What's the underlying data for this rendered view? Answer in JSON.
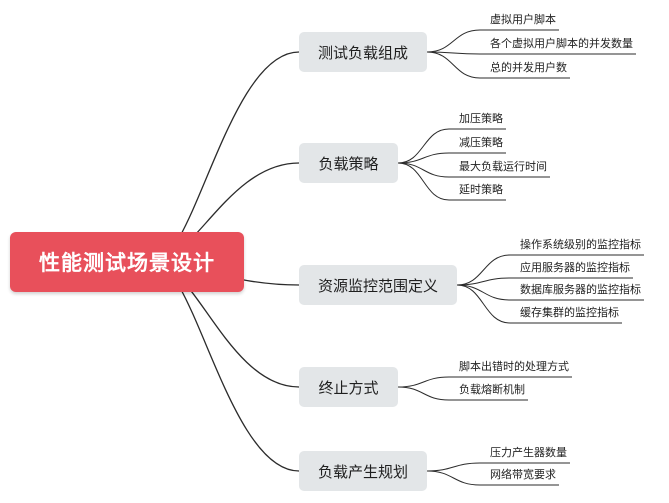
{
  "root": {
    "label": "性能测试场景设计",
    "color": "#e8505b"
  },
  "line_color": "#2b2b2b",
  "branches": [
    {
      "label": "测试负载组成",
      "leaves": [
        "虚拟用户脚本",
        "各个虚拟用户脚本的并发数量",
        "总的并发用户数"
      ]
    },
    {
      "label": "负载策略",
      "leaves": [
        "加压策略",
        "减压策略",
        "最大负载运行时间",
        "延时策略"
      ]
    },
    {
      "label": "资源监控范围定义",
      "leaves": [
        "操作系统级别的监控指标",
        "应用服务器的监控指标",
        "数据库服务器的监控指标",
        "缓存集群的监控指标"
      ]
    },
    {
      "label": "终止方式",
      "leaves": [
        "脚本出错时的处理方式",
        "负载熔断机制"
      ]
    },
    {
      "label": "负载产生规划",
      "leaves": [
        "压力产生器数量",
        "网络带宽要求"
      ]
    }
  ]
}
